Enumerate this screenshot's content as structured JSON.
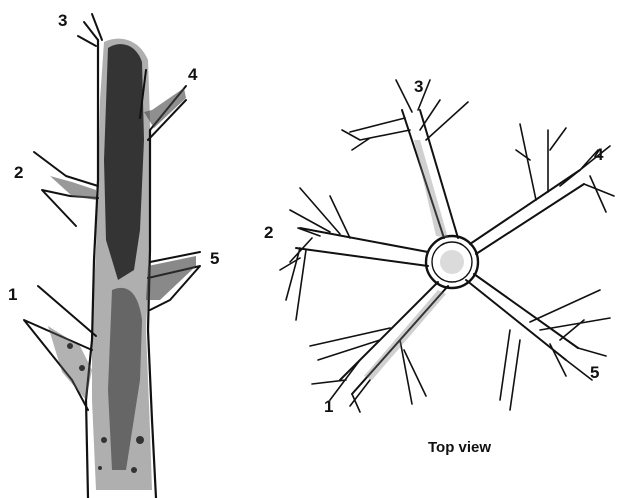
{
  "side_view": {
    "labels": [
      "1",
      "2",
      "3",
      "4",
      "5"
    ]
  },
  "top_view": {
    "labels": [
      "1",
      "2",
      "3",
      "4",
      "5"
    ],
    "caption": "Top view"
  }
}
